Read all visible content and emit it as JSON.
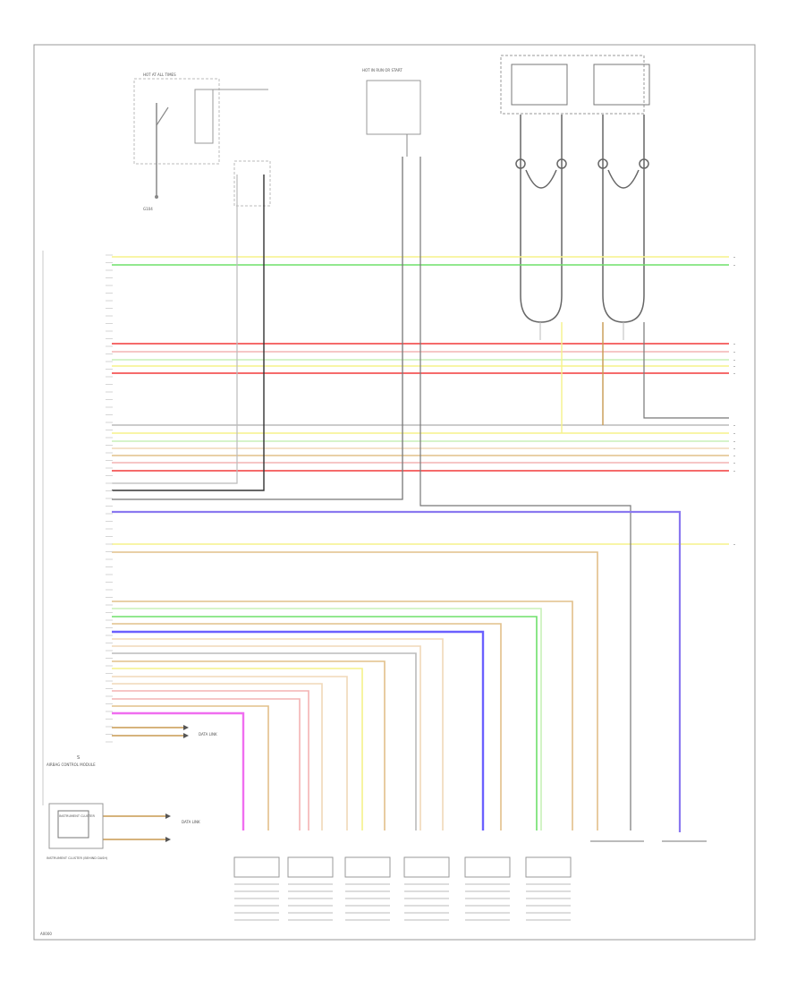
{
  "diagram": {
    "wire_colors": {
      "yellow": "#f5f28a",
      "green": "#6ee06a",
      "red": "#f23a3a",
      "pink": "#f4b3b3",
      "light_green": "#c8f0b8",
      "tan": "#e2c08a",
      "purple": "#8a78f0",
      "blue": "#6a60ff",
      "magenta": "#f06ef0",
      "brown": "#c89a50",
      "peach": "#f0d8b8",
      "gray": "#777777",
      "dark": "#333333",
      "light_gray": "#bbbbbb"
    },
    "page_label": "A0000",
    "top_fuse_label": "HOT AT ALL TIMES",
    "power_dist_label": "HOT IN RUN OR START",
    "grounds_label": "G104",
    "splice_label": "S",
    "left_module_label": "AIRBAG CONTROL MODULE",
    "small_module_label": "INSTRUMENT CLUSTER",
    "left_caption": "INSTRUMENT CLUSTER (BEHIND DASH)",
    "data_link_1": "DATA LINK",
    "data_link_2": "DATA LINK"
  }
}
